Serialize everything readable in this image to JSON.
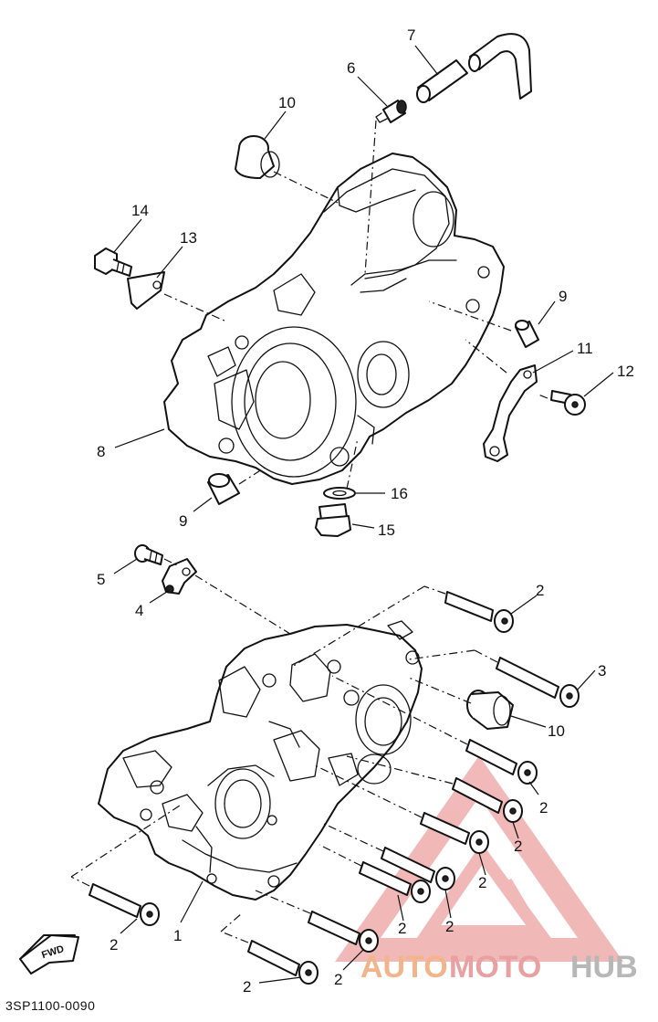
{
  "diagram": {
    "part_labels": {
      "n1": "1",
      "n2": "2",
      "n3": "3",
      "n4": "4",
      "n5": "5",
      "n6": "6",
      "n7": "7",
      "n8": "8",
      "n9": "9",
      "n10": "10",
      "n11": "11",
      "n12": "12",
      "n13": "13",
      "n14": "14",
      "n15": "15",
      "n16": "16"
    },
    "drawing_code": "3SP1100-0090",
    "fwd_label": "FWD"
  },
  "watermark": {
    "part1": "AUTO",
    "part2": "MOTO",
    "part3": "HUB",
    "colors": {
      "auto": "#f2b48a",
      "moto": "#e8a0a0",
      "hub": "#b7b7b7",
      "triangle": "#e89090"
    }
  }
}
